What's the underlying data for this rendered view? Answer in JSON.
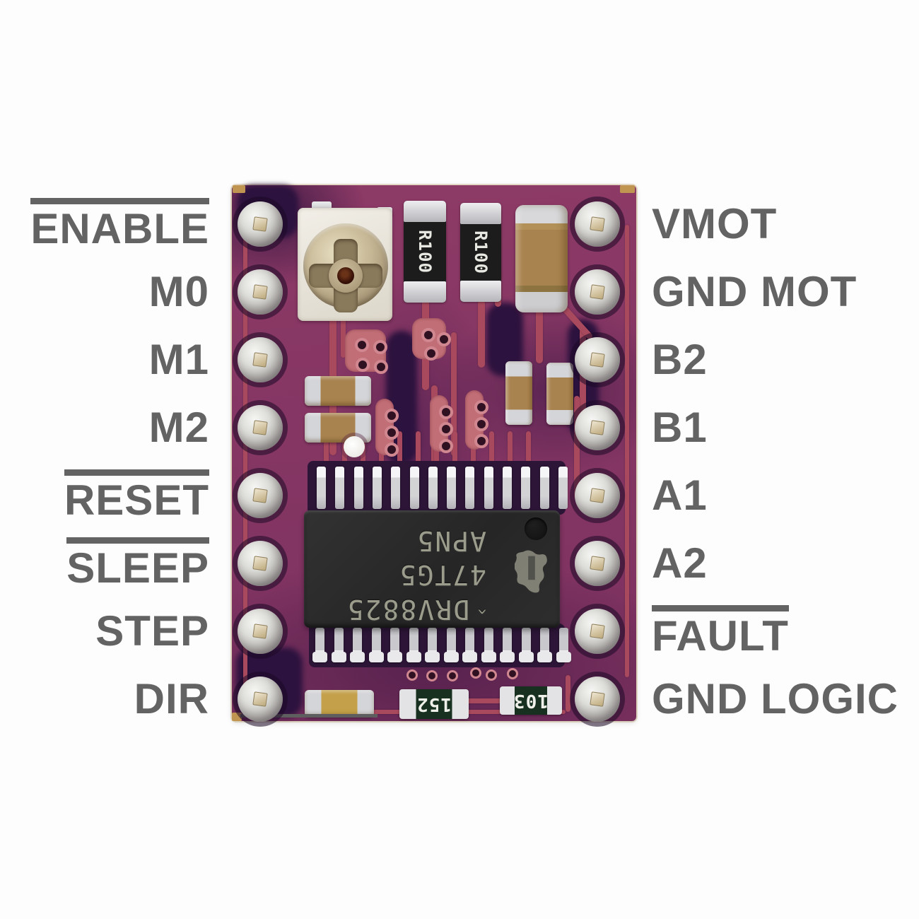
{
  "colors": {
    "bg": "#fdfdfd",
    "label_text": "#636363",
    "board_base": "#8d3a66",
    "trace": "#a8495d",
    "chip_body": "#262626",
    "chip_text": "#9c9c8c",
    "tan": "#a9834f"
  },
  "pins": {
    "left": [
      {
        "label": "ENABLE",
        "overline": true
      },
      {
        "label": "M0",
        "overline": false
      },
      {
        "label": "M1",
        "overline": false
      },
      {
        "label": "M2",
        "overline": false
      },
      {
        "label": "RESET",
        "overline": true
      },
      {
        "label": "SLEEP",
        "overline": true
      },
      {
        "label": "STEP",
        "overline": false
      },
      {
        "label": "DIR",
        "overline": false
      }
    ],
    "right": [
      {
        "label": "VMOT",
        "overline": false
      },
      {
        "label": "GND MOT",
        "overline": false
      },
      {
        "label": "B2",
        "overline": false
      },
      {
        "label": "B1",
        "overline": false
      },
      {
        "label": "A1",
        "overline": false
      },
      {
        "label": "A2",
        "overline": false
      },
      {
        "label": "FAULT",
        "overline": true
      },
      {
        "label": "GND LOGIC",
        "overline": false
      }
    ]
  },
  "chip": {
    "line1": "DRV8825",
    "line2": "47TG5",
    "line3": "APN5",
    "mark": "^"
  },
  "components": {
    "resistor_top_1": "R100",
    "resistor_top_2": "R100",
    "resistor_bottom_1": "152",
    "resistor_bottom_2": "103"
  }
}
